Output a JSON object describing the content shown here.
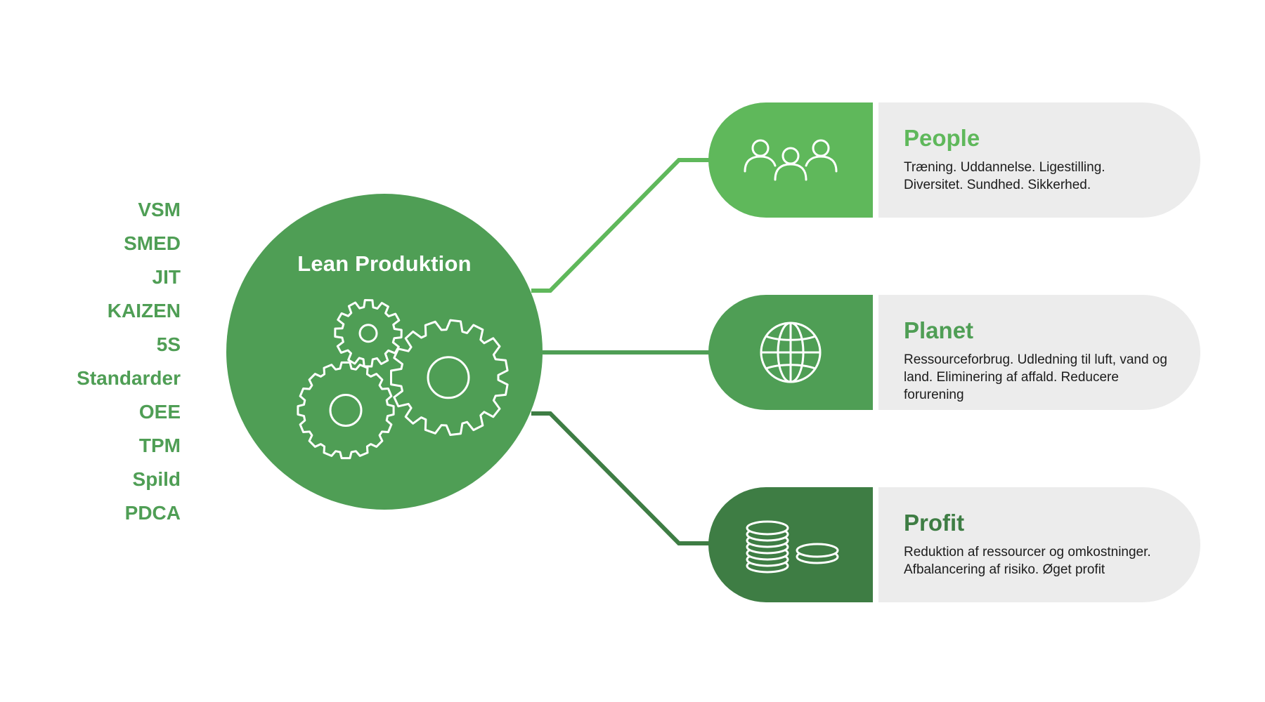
{
  "colors": {
    "light_green": "#5fb85b",
    "mid_green": "#4f9e55",
    "dark_green": "#3e7d44",
    "panel_gray": "#ececec",
    "text_dark": "#1c1c1c"
  },
  "tools": [
    "VSM",
    "SMED",
    "JIT",
    "KAIZEN",
    "5S",
    "Standarder",
    "OEE",
    "TPM",
    "Spild",
    "PDCA"
  ],
  "hub": {
    "title": "Lean Produktion",
    "icon": "gears-icon"
  },
  "pillars": [
    {
      "title": "People",
      "description": "Træning. Uddannelse. Ligestilling. Diversitet. Sundhed. Sikkerhed.",
      "icon": "people-icon",
      "color": "#5fb85b"
    },
    {
      "title": "Planet",
      "description": "Ressourceforbrug. Udledning til luft, vand og land. Eliminering af affald. Reducere forurening",
      "icon": "globe-icon",
      "color": "#4f9e55"
    },
    {
      "title": "Profit",
      "description": "Reduktion af ressourcer og omkostninger. Afbalancering af risiko. Øget profit",
      "icon": "coins-icon",
      "color": "#3e7d44"
    }
  ]
}
